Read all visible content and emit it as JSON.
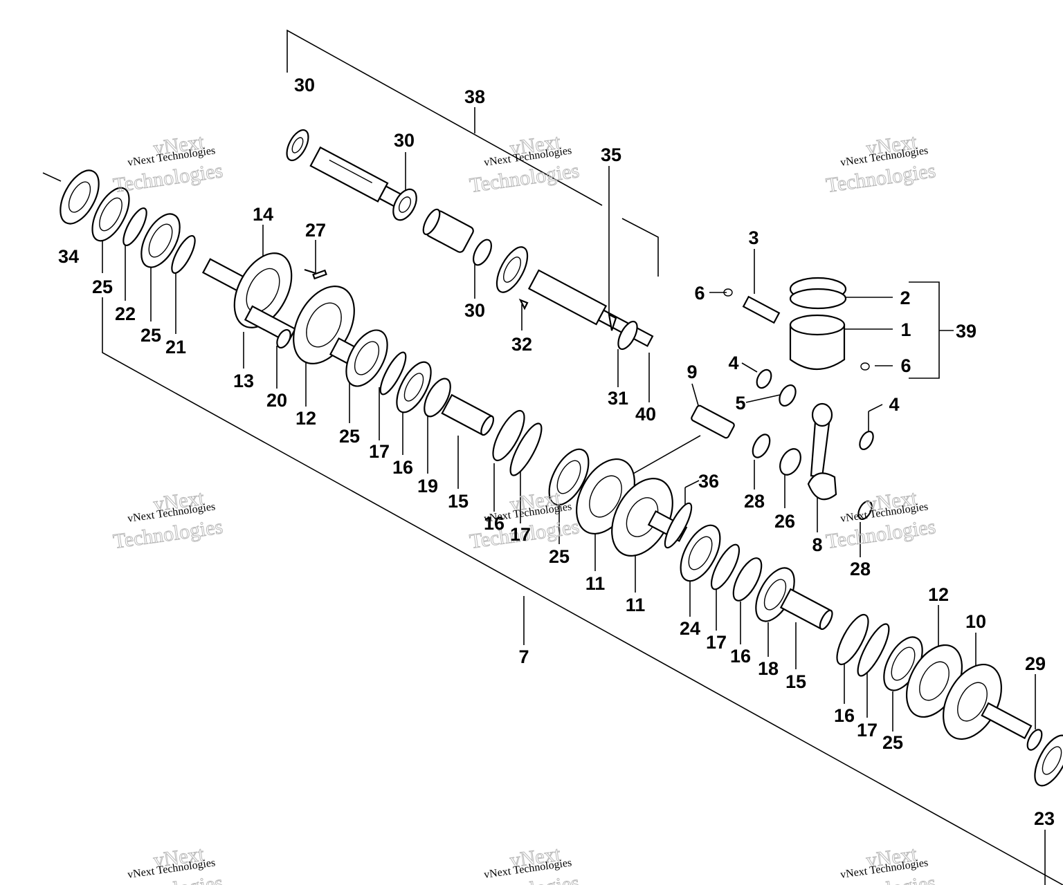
{
  "watermark": {
    "line1": "vNext Technologies",
    "line2": "vNext",
    "line3": "Technologies"
  },
  "labels": [
    {
      "id": "l30a",
      "text": "30"
    },
    {
      "id": "l38",
      "text": "38"
    },
    {
      "id": "l30b",
      "text": "30"
    },
    {
      "id": "l35",
      "text": "35"
    },
    {
      "id": "l14",
      "text": "14"
    },
    {
      "id": "l27",
      "text": "27"
    },
    {
      "id": "l3",
      "text": "3"
    },
    {
      "id": "l2",
      "text": "2"
    },
    {
      "id": "l6a",
      "text": "6"
    },
    {
      "id": "l1",
      "text": "1"
    },
    {
      "id": "l39",
      "text": "39"
    },
    {
      "id": "l34",
      "text": "34"
    },
    {
      "id": "l25a",
      "text": "25"
    },
    {
      "id": "l22",
      "text": "22"
    },
    {
      "id": "l25b",
      "text": "25"
    },
    {
      "id": "l21",
      "text": "21"
    },
    {
      "id": "l30c",
      "text": "30"
    },
    {
      "id": "l32",
      "text": "32"
    },
    {
      "id": "l13",
      "text": "13"
    },
    {
      "id": "l20",
      "text": "20"
    },
    {
      "id": "l12a",
      "text": "12"
    },
    {
      "id": "l31",
      "text": "31"
    },
    {
      "id": "l40",
      "text": "40"
    },
    {
      "id": "l4a",
      "text": "4"
    },
    {
      "id": "l6b",
      "text": "6"
    },
    {
      "id": "l9",
      "text": "9"
    },
    {
      "id": "l5",
      "text": "5"
    },
    {
      "id": "l4b",
      "text": "4"
    },
    {
      "id": "l25c",
      "text": "25"
    },
    {
      "id": "l17a",
      "text": "17"
    },
    {
      "id": "l16a",
      "text": "16"
    },
    {
      "id": "l19",
      "text": "19"
    },
    {
      "id": "l15a",
      "text": "15"
    },
    {
      "id": "l28a",
      "text": "28"
    },
    {
      "id": "l36",
      "text": "36"
    },
    {
      "id": "l26",
      "text": "26"
    },
    {
      "id": "l8",
      "text": "8"
    },
    {
      "id": "l16b",
      "text": "16"
    },
    {
      "id": "l17b",
      "text": "17"
    },
    {
      "id": "l25d",
      "text": "25"
    },
    {
      "id": "l11a",
      "text": "11"
    },
    {
      "id": "l11b",
      "text": "11"
    },
    {
      "id": "l28b",
      "text": "28"
    },
    {
      "id": "l7",
      "text": "7"
    },
    {
      "id": "l24",
      "text": "24"
    },
    {
      "id": "l17c",
      "text": "17"
    },
    {
      "id": "l16c",
      "text": "16"
    },
    {
      "id": "l18",
      "text": "18"
    },
    {
      "id": "l15b",
      "text": "15"
    },
    {
      "id": "l12b",
      "text": "12"
    },
    {
      "id": "l10",
      "text": "10"
    },
    {
      "id": "l29",
      "text": "29"
    },
    {
      "id": "l16d",
      "text": "16"
    },
    {
      "id": "l17d",
      "text": "17"
    },
    {
      "id": "l25e",
      "text": "25"
    },
    {
      "id": "l23",
      "text": "23"
    }
  ]
}
